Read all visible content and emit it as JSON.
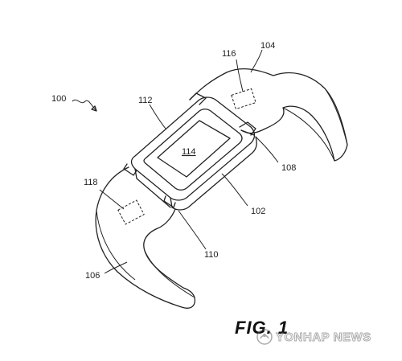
{
  "figure": {
    "label": "FIG. 1",
    "watermark": "YONHAP NEWS"
  },
  "references": {
    "device": "100",
    "body": "102",
    "band_top": "104",
    "band_bottom": "106",
    "connector_right": "108",
    "connector_left": "110",
    "frame": "112",
    "display": "114",
    "sensor_top": "116",
    "sensor_bottom": "118"
  },
  "colors": {
    "ink": "#222222",
    "background": "#ffffff"
  }
}
